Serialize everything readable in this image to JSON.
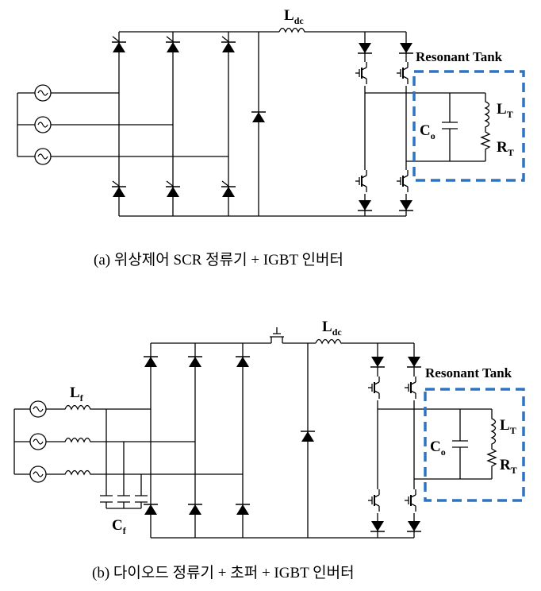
{
  "circuit_a": {
    "inductor_label": "L",
    "inductor_sub": "dc",
    "tank_title": "Resonant Tank",
    "cap_label": "C",
    "cap_sub": "o",
    "lt_label": "L",
    "lt_sub": "T",
    "rt_label": "R",
    "rt_sub": "T",
    "caption": "(a)  위상제어  SCR  정류기 + IGBT  인버터"
  },
  "circuit_b": {
    "filter_l_label": "L",
    "filter_l_sub": "f",
    "filter_c_label": "C",
    "filter_c_sub": "f",
    "inductor_label": "L",
    "inductor_sub": "dc",
    "tank_title": "Resonant Tank",
    "cap_label": "C",
    "cap_sub": "o",
    "lt_label": "L",
    "lt_sub": "T",
    "rt_label": "R",
    "rt_sub": "T",
    "caption": "(b)  다이오드  정류기 + 초퍼 + IGBT  인버터"
  },
  "colors": {
    "wire": "#000000",
    "tank_border": "#2f74c0"
  }
}
